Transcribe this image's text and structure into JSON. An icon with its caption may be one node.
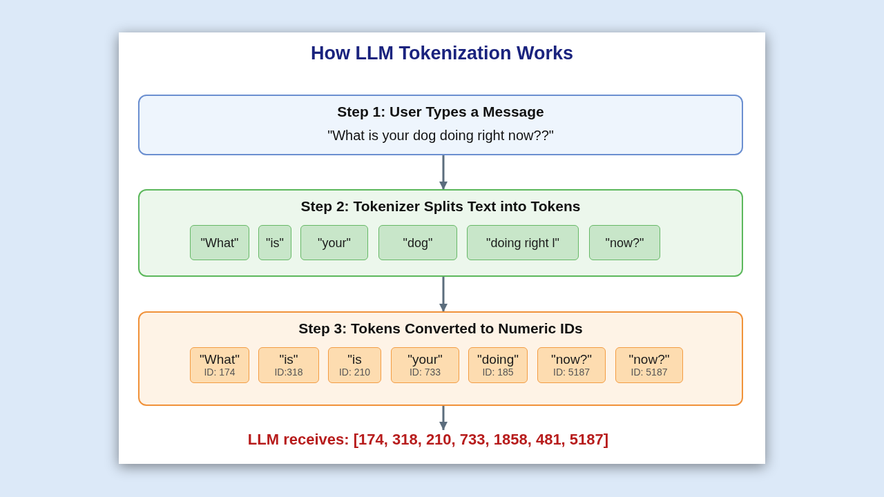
{
  "diagram": {
    "title": "How LLM Tokenization Works",
    "nodes": [
      {
        "text": [
          "Step 1: User Types a Message",
          "\"What is your dog doing right now??\""
        ]
      },
      {
        "text": [
          "Step 2: Tokenizer Splits Text into Tokens"
        ]
      },
      {
        "text": [
          "\"What\""
        ],
        "in": 1
      },
      {
        "text": [
          "\"is\""
        ],
        "in": 1
      },
      {
        "text": [
          "\"your\""
        ],
        "in": 1
      },
      {
        "text": [
          "\"dog\""
        ],
        "in": 1
      },
      {
        "text": [
          "\"doing right l\""
        ],
        "in": 1
      },
      {
        "text": [
          "\"now?\""
        ],
        "in": 1
      },
      {
        "text": [
          "Step 3: Tokens Converted to Numeric IDs"
        ]
      },
      {
        "text": [
          "\"What\"",
          "ID: 174"
        ],
        "in": 8
      },
      {
        "text": [
          "\"is\"",
          "ID:318"
        ],
        "in": 8
      },
      {
        "text": [
          "\"is",
          "ID: 210"
        ],
        "in": 8
      },
      {
        "text": [
          "\"your\"",
          "ID: 733"
        ],
        "in": 8
      },
      {
        "text": [
          "\"doing\"",
          "ID: 185"
        ],
        "in": 8
      },
      {
        "text": [
          "\"now?\"",
          "ID: 5187"
        ],
        "in": 8
      },
      {
        "text": [
          "\"now?\"",
          "ID: 5187"
        ],
        "in": 8
      },
      {
        "text": [
          "LLM receives: [174, 318, 210, 733, 1858, 481, 5187]"
        ]
      }
    ],
    "edges": [
      {
        "from": 0,
        "to": 1,
        "arrow": "to"
      },
      {
        "from": 1,
        "to": 8,
        "arrow": "to"
      },
      {
        "from": 8,
        "to": 16,
        "arrow": "to"
      }
    ]
  }
}
